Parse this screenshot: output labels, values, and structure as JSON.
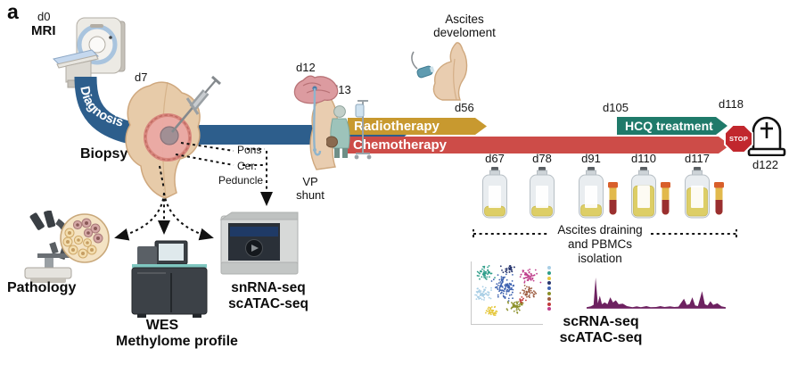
{
  "panel_label": "a",
  "colors": {
    "timeline_blue": "#2d5e8c",
    "radiotherapy_gold": "#c8992f",
    "chemotherapy_red": "#cd4c48",
    "hcq_teal": "#1f7a6a",
    "stop_red": "#c1272d",
    "atac_purple": "#6d2160"
  },
  "timeline": {
    "diagnosis_label": "Diagnosis",
    "mri": {
      "day": "d0",
      "label": "MRI"
    },
    "biopsy": {
      "day": "d7",
      "label": "Biopsy"
    },
    "biopsy_sites": {
      "line1": "Pons",
      "line2": "Cer.",
      "line3": "Peduncle"
    },
    "vp_shunt": {
      "day": "d12",
      "label_line1": "VP",
      "label_line2": "shunt"
    },
    "therapy_start": {
      "day": "d13"
    },
    "radiotherapy": {
      "label": "Radiotherapy"
    },
    "chemotherapy": {
      "label": "Chemotherapy"
    },
    "ascites_event": {
      "label_line1": "Ascites",
      "label_line2": "develoment",
      "day": "d56"
    },
    "hcq": {
      "label": "HCQ treatment",
      "start_day": "d105",
      "stop_day": "d118",
      "stop_sign": "STOP"
    },
    "death": {
      "day": "d122"
    }
  },
  "sampling": {
    "timepoints": [
      {
        "day": "d67",
        "fill": 0.24,
        "tube": false
      },
      {
        "day": "d78",
        "fill": 0.24,
        "tube": false
      },
      {
        "day": "d91",
        "fill": 0.28,
        "tube": true
      },
      {
        "day": "d110",
        "fill": 0.75,
        "tube": true
      },
      {
        "day": "d117",
        "fill": 0.7,
        "tube": true
      }
    ],
    "caption_line1": "Ascites draining",
    "caption_line2": "and PBMCs isolation"
  },
  "analyses": {
    "pathology_label": "Pathology",
    "wes_line1": "WES",
    "wes_line2": "Methylome profile",
    "snrna_line1": "snRNA-seq",
    "snrna_line2": "scATAC-seq",
    "scrna_line1": "scRNA-seq",
    "scrna_line2": "scATAC-seq"
  },
  "chart_data": [
    {
      "type": "scatter",
      "name": "umap-single-cell-clusters",
      "title": "",
      "xlabel": "",
      "ylabel": "",
      "legend_position": "right",
      "legend_colors": [
        "#a8cee5",
        "#2f9e8a",
        "#e5c73c",
        "#27356e",
        "#3f63b0",
        "#8a8f27",
        "#9c5b3f",
        "#c23b3b",
        "#bf3f8c"
      ],
      "clusters": [
        {
          "color": "#2f9e8a",
          "cx": 0.2,
          "cy": 0.18,
          "rx": 0.11,
          "ry": 0.09,
          "n": 50
        },
        {
          "color": "#27356e",
          "cx": 0.52,
          "cy": 0.12,
          "rx": 0.08,
          "ry": 0.06,
          "n": 28
        },
        {
          "color": "#bf3f8c",
          "cx": 0.8,
          "cy": 0.22,
          "rx": 0.11,
          "ry": 0.1,
          "n": 55
        },
        {
          "color": "#a8cee5",
          "cx": 0.15,
          "cy": 0.5,
          "rx": 0.1,
          "ry": 0.1,
          "n": 55
        },
        {
          "color": "#3f63b0",
          "cx": 0.47,
          "cy": 0.42,
          "rx": 0.14,
          "ry": 0.16,
          "n": 110
        },
        {
          "color": "#9c5b3f",
          "cx": 0.8,
          "cy": 0.5,
          "rx": 0.08,
          "ry": 0.09,
          "n": 45
        },
        {
          "color": "#c23b3b",
          "cx": 0.7,
          "cy": 0.62,
          "rx": 0.05,
          "ry": 0.05,
          "n": 16
        },
        {
          "color": "#8a8f27",
          "cx": 0.62,
          "cy": 0.72,
          "rx": 0.1,
          "ry": 0.08,
          "n": 50
        },
        {
          "color": "#e5c73c",
          "cx": 0.28,
          "cy": 0.8,
          "rx": 0.08,
          "ry": 0.07,
          "n": 40
        }
      ]
    },
    {
      "type": "area",
      "name": "atac-coverage-track",
      "color": "#6d2160",
      "x_range": [
        0,
        1
      ],
      "y_range": [
        0,
        1
      ],
      "points": [
        [
          0.0,
          0.02
        ],
        [
          0.03,
          0.05
        ],
        [
          0.05,
          0.1
        ],
        [
          0.065,
          1.0
        ],
        [
          0.08,
          0.15
        ],
        [
          0.095,
          0.4
        ],
        [
          0.11,
          0.12
        ],
        [
          0.13,
          0.18
        ],
        [
          0.15,
          0.12
        ],
        [
          0.17,
          0.35
        ],
        [
          0.19,
          0.18
        ],
        [
          0.21,
          0.25
        ],
        [
          0.23,
          0.12
        ],
        [
          0.26,
          0.14
        ],
        [
          0.29,
          0.06
        ],
        [
          0.33,
          0.02
        ],
        [
          0.36,
          0.05
        ],
        [
          0.39,
          0.02
        ],
        [
          0.43,
          0.06
        ],
        [
          0.46,
          0.02
        ],
        [
          0.5,
          0.03
        ],
        [
          0.53,
          0.06
        ],
        [
          0.56,
          0.03
        ],
        [
          0.6,
          0.05
        ],
        [
          0.63,
          0.03
        ],
        [
          0.66,
          0.04
        ],
        [
          0.7,
          0.3
        ],
        [
          0.72,
          0.1
        ],
        [
          0.74,
          0.12
        ],
        [
          0.76,
          0.35
        ],
        [
          0.78,
          0.08
        ],
        [
          0.8,
          0.06
        ],
        [
          0.83,
          0.55
        ],
        [
          0.85,
          0.12
        ],
        [
          0.87,
          0.08
        ],
        [
          0.89,
          0.22
        ],
        [
          0.91,
          0.1
        ],
        [
          0.94,
          0.15
        ],
        [
          0.97,
          0.05
        ],
        [
          1.0,
          0.02
        ]
      ]
    }
  ]
}
